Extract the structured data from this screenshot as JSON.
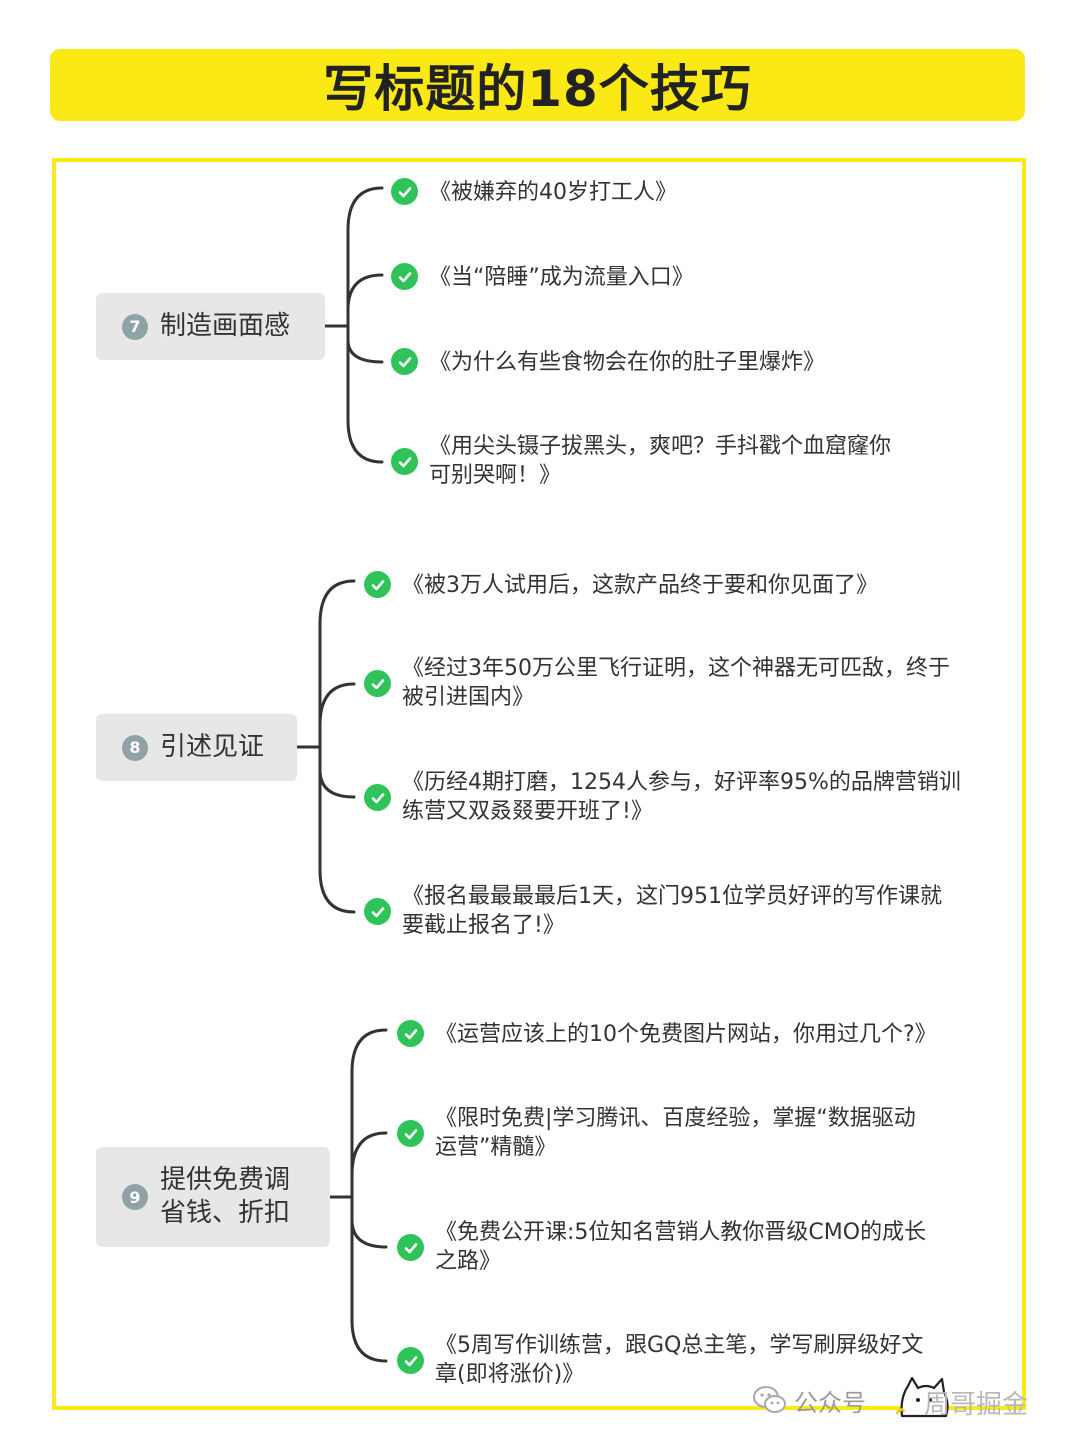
{
  "title": "写标题的18个技巧",
  "colors": {
    "accent": "#fbe916",
    "check": "#2fc35a",
    "node_bg": "#e7e7e7",
    "node_num": "#8fa3a6"
  },
  "sections": [
    {
      "num": "7",
      "label": "制造画面感",
      "items": [
        "《被嫌弃的40岁打工人》",
        "《当“陪睡”成为流量入口》",
        "《为什么有些食物会在你的肚子里爆炸》",
        "《用尖头镊子拔黑头，爽吧？手抖戳个血窟窿你\n可别哭啊！》"
      ]
    },
    {
      "num": "8",
      "label": "引述见证",
      "items": [
        "《被3万人试用后，这款产品终于要和你见面了》",
        "《经过3年50万公里飞行证明，这个神器无可匹敌，终于\n被引进国内》",
        "《历经4期打磨，1254人参与，好评率95%的品牌营销训\n练营又双叒叕要开班了!》",
        "《报名最最最最后1天，这门951位学员好评的写作课就\n要截止报名了!》"
      ]
    },
    {
      "num": "9",
      "label": "提供免费调\n省钱、折扣",
      "items": [
        "《运营应该上的10个免费图片网站，你用过几个?》",
        "《限时免费|学习腾讯、百度经验，掌握“数据驱动\n运营”精髓》",
        "《免费公开课:5位知名营销人教你晋级CMO的成长\n之路》",
        "《5周写作训练营，跟GQ总主笔，学写刷屏级好文\n章(即将涨价)》"
      ]
    }
  ],
  "watermark": {
    "platform": "公众号",
    "name": "周哥掘金",
    "icons": [
      "wechat-icon",
      "cat-icon"
    ]
  }
}
